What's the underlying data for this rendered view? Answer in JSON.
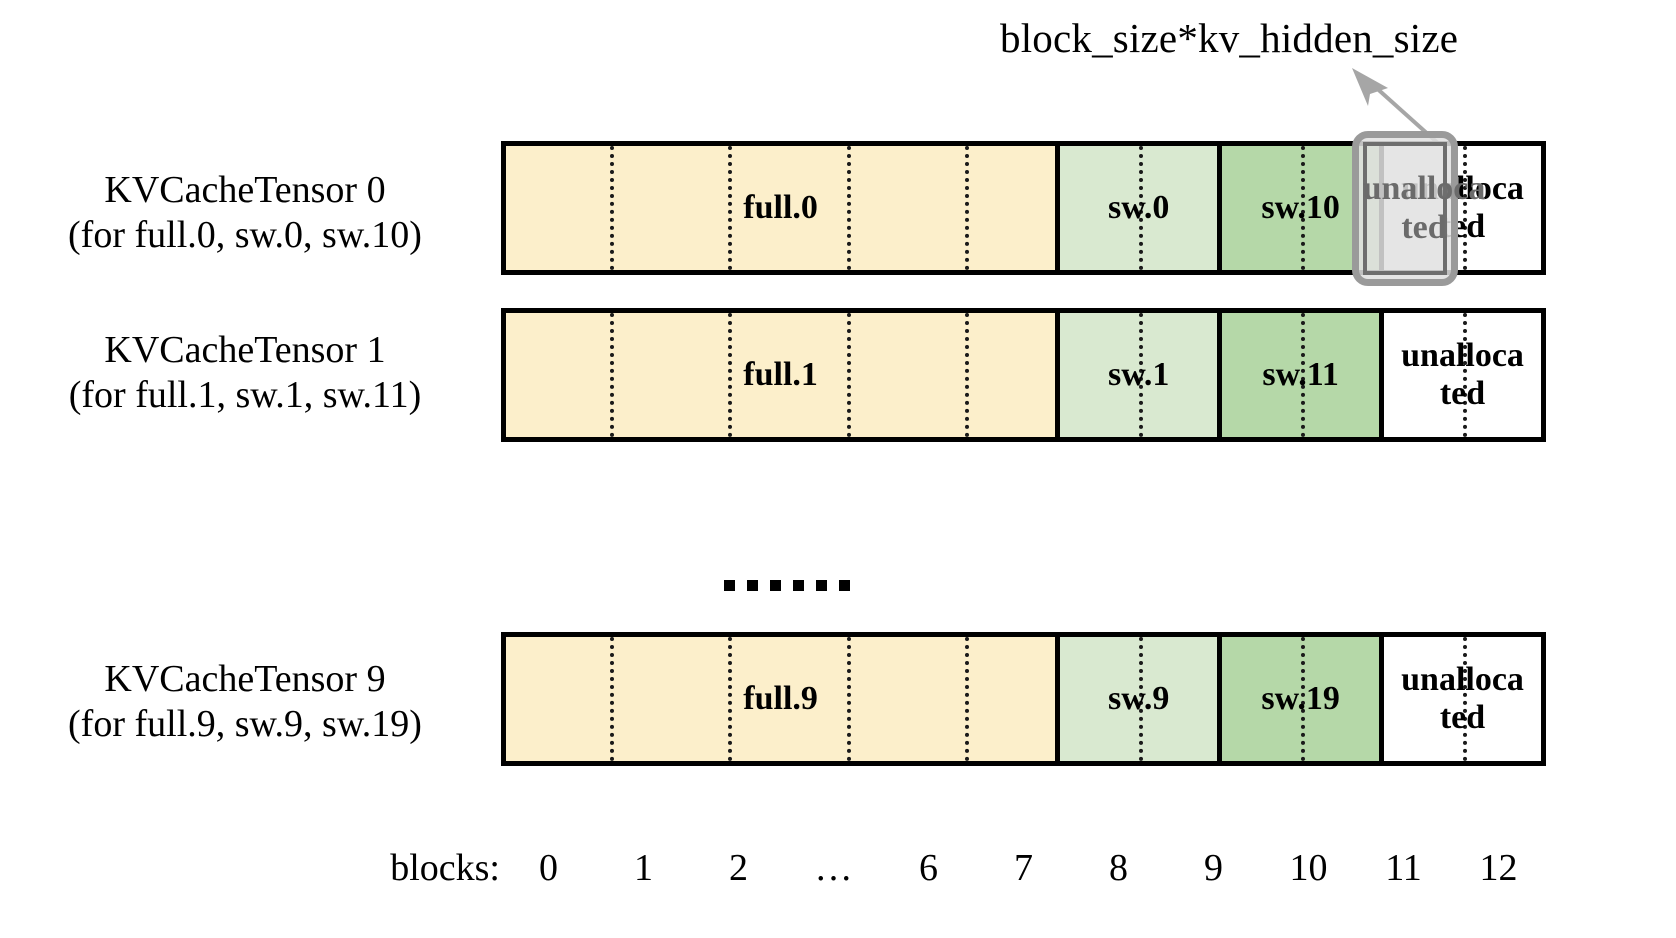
{
  "annotation": {
    "caption": "block_size*kv_hidden_size",
    "arrow_icon": "arrow-up-right-icon"
  },
  "colors": {
    "full_bg": "#FCEFCB",
    "sw_light_bg": "#D9E9D0",
    "sw_dark_bg": "#B5D8A8",
    "unallocated_bg": "#FFFFFF",
    "border": "#000000",
    "highlight_border": "#9A9A9A",
    "highlight_fill": "#E1E1E1",
    "highlight_text": "#6B6B6B"
  },
  "rows": [
    {
      "label_line1": "KVCacheTensor 0",
      "label_line2": "(for full.0, sw.0, sw.10)",
      "segments": [
        {
          "name": "full",
          "label": "full.0",
          "blocks": 7,
          "style": "full"
        },
        {
          "name": "sw-light",
          "label": "sw.0",
          "blocks": 2,
          "style": "sw-light"
        },
        {
          "name": "sw-dark",
          "label": "sw.10",
          "blocks": 2,
          "style": "sw-dark"
        },
        {
          "name": "unallocated",
          "label": "unalloca ted",
          "blocks": 2,
          "style": "unalloc"
        }
      ],
      "highlight": {
        "label": "unalloca ted",
        "block": 11
      }
    },
    {
      "label_line1": "KVCacheTensor 1",
      "label_line2": "(for full.1, sw.1, sw.11)",
      "segments": [
        {
          "name": "full",
          "label": "full.1",
          "blocks": 7,
          "style": "full"
        },
        {
          "name": "sw-light",
          "label": "sw.1",
          "blocks": 2,
          "style": "sw-light"
        },
        {
          "name": "sw-dark",
          "label": "sw.11",
          "blocks": 2,
          "style": "sw-dark"
        },
        {
          "name": "unallocated",
          "label": "unalloca ted",
          "blocks": 2,
          "style": "unalloc"
        }
      ],
      "highlight": null
    },
    {
      "label_line1": "KVCacheTensor 9",
      "label_line2": "(for full.9, sw.9, sw.19)",
      "segments": [
        {
          "name": "full",
          "label": "full.9",
          "blocks": 7,
          "style": "full"
        },
        {
          "name": "sw-light",
          "label": "sw.9",
          "blocks": 2,
          "style": "sw-light"
        },
        {
          "name": "sw-dark",
          "label": "sw.19",
          "blocks": 2,
          "style": "sw-dark"
        },
        {
          "name": "unallocated",
          "label": "unalloca ted",
          "blocks": 2,
          "style": "unalloc"
        }
      ],
      "highlight": null
    }
  ],
  "row0": {
    "label_line1": "KVCacheTensor 0",
    "label_line2": "(for full.0, sw.0, sw.10)",
    "seg_full": "full.0",
    "seg_sw_light": "sw.0",
    "seg_sw_dark": "sw.10",
    "seg_unalloc_l1": "unalloca",
    "seg_unalloc_l2": "ted",
    "highlight_l1": "unalloca",
    "highlight_l2": "ted"
  },
  "row1": {
    "label_line1": "KVCacheTensor 1",
    "label_line2": "(for full.1, sw.1, sw.11)",
    "seg_full": "full.1",
    "seg_sw_light": "sw.1",
    "seg_sw_dark": "sw.11",
    "seg_unalloc_l1": "unalloca",
    "seg_unalloc_l2": "ted"
  },
  "row2": {
    "label_line1": "KVCacheTensor 9",
    "label_line2": "(for full.9, sw.9, sw.19)",
    "seg_full": "full.9",
    "seg_sw_light": "sw.9",
    "seg_sw_dark": "sw.19",
    "seg_unalloc_l1": "unalloca",
    "seg_unalloc_l2": "ted"
  },
  "ellipsis": {
    "dots": 6,
    "glyph": "......"
  },
  "axis": {
    "title": "blocks:",
    "ticks": [
      "0",
      "1",
      "2",
      "…",
      "6",
      "7",
      "8",
      "9",
      "10",
      "11",
      "12"
    ]
  }
}
